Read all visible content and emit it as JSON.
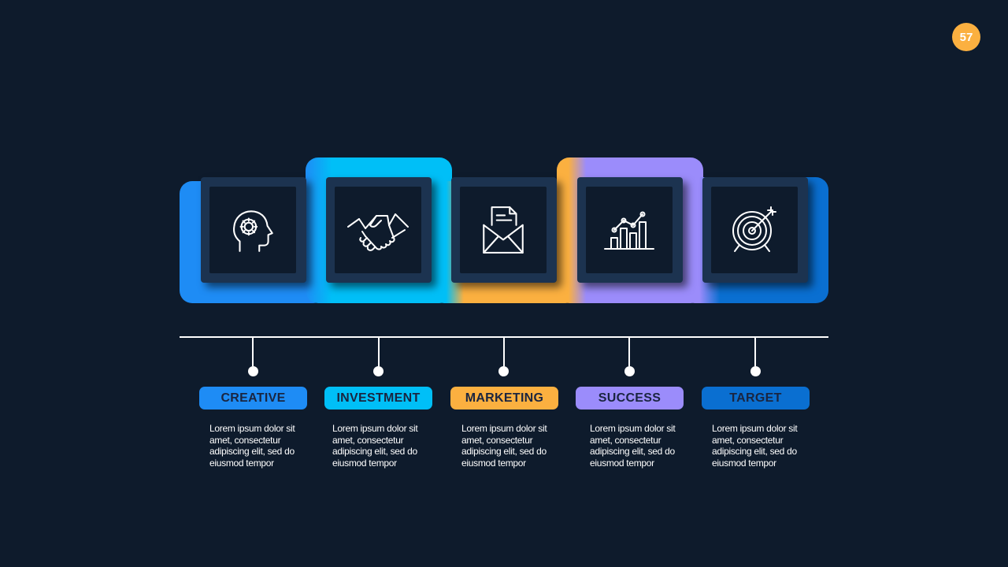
{
  "page_number": "57",
  "colors": {
    "background": "#0e1b2c",
    "card": "#1c3350",
    "accent_orange": "#fbb040"
  },
  "steps": [
    {
      "title": "CREATIVE",
      "color": "#1e8cf5",
      "icon": "head-gear-icon",
      "text": "Lorem ipsum dolor sit amet, consectetur adipiscing elit, sed do eiusmod tempor"
    },
    {
      "title": "INVESTMENT",
      "color": "#00bff7",
      "icon": "handshake-icon",
      "text": "Lorem ipsum dolor sit amet, consectetur adipiscing elit, sed do eiusmod tempor"
    },
    {
      "title": "MARKETING",
      "color": "#fbb040",
      "icon": "mail-document-icon",
      "text": "Lorem ipsum dolor sit amet, consectetur adipiscing elit, sed do eiusmod tempor"
    },
    {
      "title": "SUCCESS",
      "color": "#9b8cfb",
      "icon": "growth-chart-icon",
      "text": "Lorem ipsum dolor sit amet, consectetur adipiscing elit, sed do eiusmod tempor"
    },
    {
      "title": "TARGET",
      "color": "#0a6fd1",
      "icon": "target-icon",
      "text": "Lorem ipsum dolor sit amet, consectetur adipiscing elit, sed do eiusmod tempor"
    }
  ]
}
